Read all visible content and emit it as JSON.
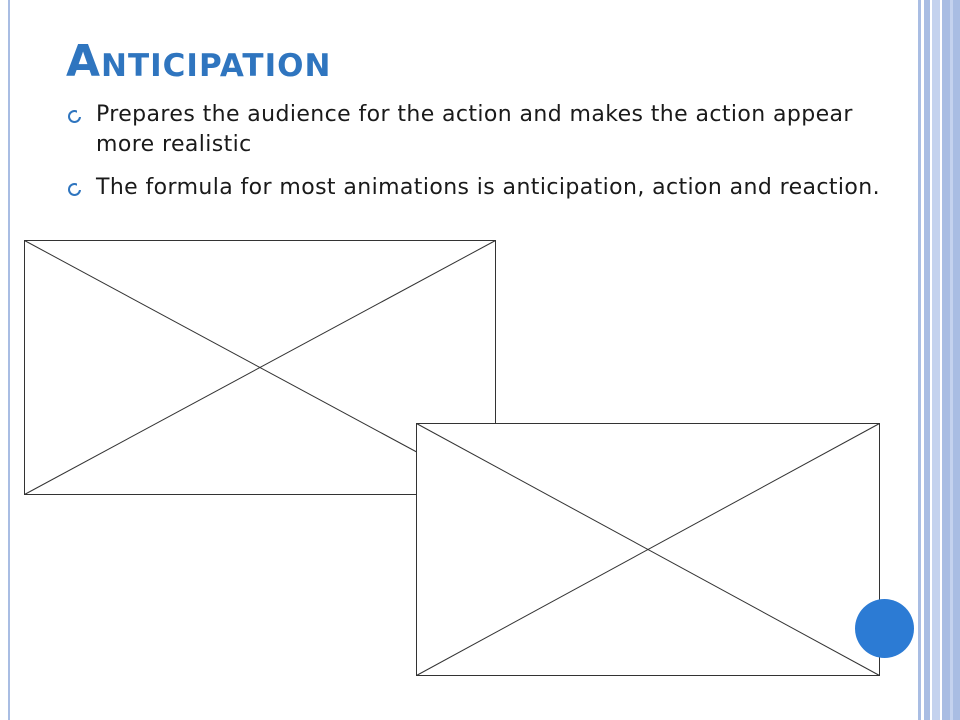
{
  "slide": {
    "title": "Anticipation",
    "bullets": [
      "Prepares the audience for the action and makes the action appear more realistic",
      "The formula for most animations is anticipation, action and reaction."
    ]
  },
  "theme": {
    "accent": "#2f75bf",
    "border_blue": "#a9bde3",
    "dot_blue": "#2c7bd4",
    "text": "#1a1a1a"
  },
  "icons": {
    "bullet": "hollow-circle-bullet-icon",
    "placeholder": "image-placeholder-cross-icon"
  }
}
